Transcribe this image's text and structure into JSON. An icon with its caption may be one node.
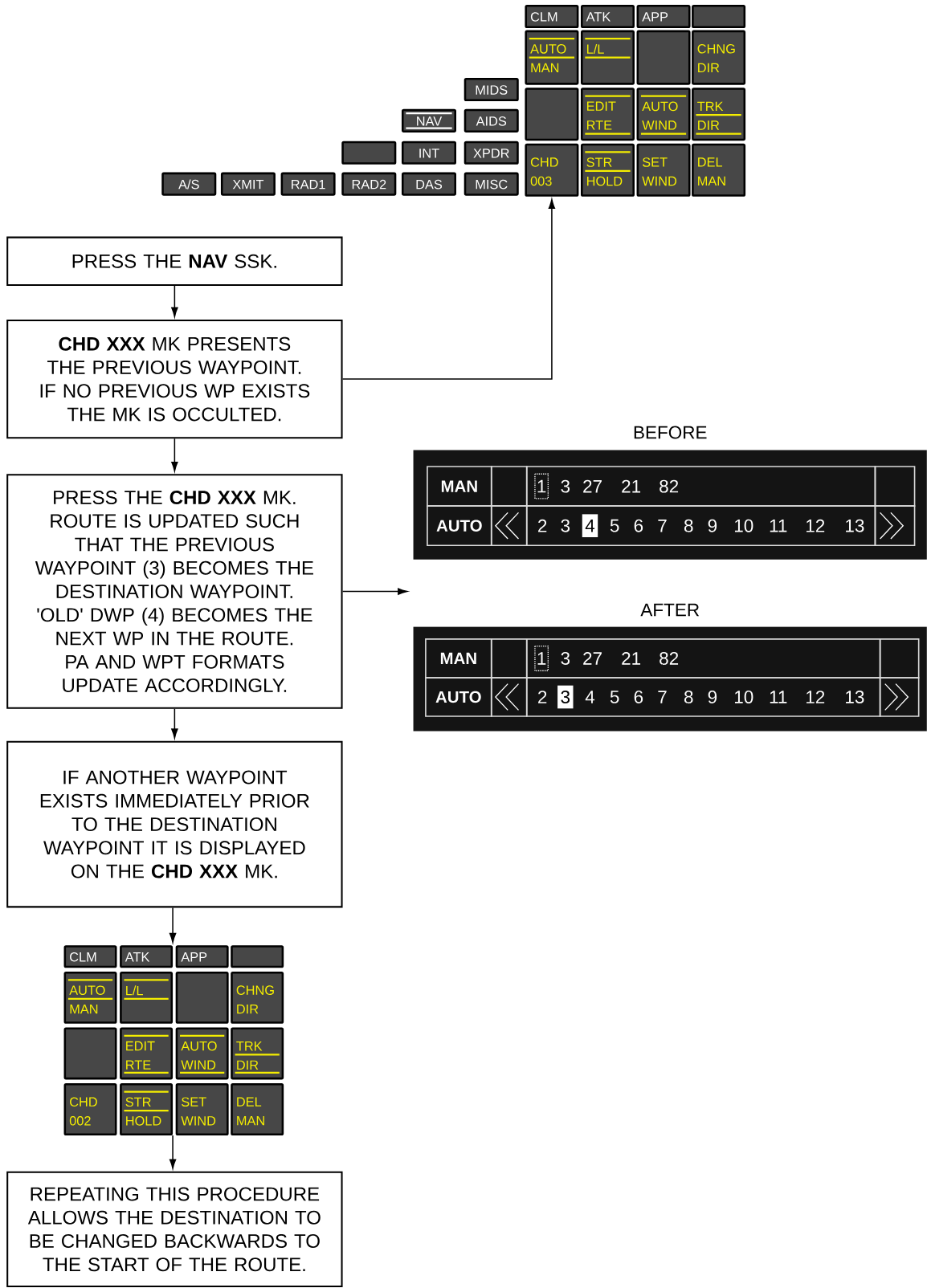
{
  "diagram": {
    "nodes": [
      {
        "text": [
          "CLM"
        ]
      },
      {
        "text": [
          "ATK"
        ]
      },
      {
        "text": [
          "APP"
        ]
      },
      {
        "text": [],
        "shape": "box"
      },
      {
        "text": [
          "AUTO",
          "MAN"
        ]
      },
      {
        "text": [
          "L/L"
        ]
      },
      {
        "text": [],
        "shape": "box"
      },
      {
        "text": [
          "CHNG DIR"
        ]
      },
      {
        "text": [],
        "shape": "box"
      },
      {
        "text": [
          "EDIT RTE"
        ]
      },
      {
        "text": [
          "AUTO WIND"
        ]
      },
      {
        "text": [
          "TRK",
          "DIR"
        ]
      },
      {
        "text": [
          "CHD 003"
        ]
      },
      {
        "text": [
          "STR",
          "HOLD"
        ]
      },
      {
        "text": [
          "SET WIND"
        ]
      },
      {
        "text": [
          "DEL MAN"
        ]
      },
      {
        "text": [
          "MIDS"
        ]
      },
      {
        "text": [
          "NAV"
        ]
      },
      {
        "text": [
          "AIDS"
        ]
      },
      {
        "text": [],
        "shape": "box"
      },
      {
        "text": [
          "INT"
        ]
      },
      {
        "text": [
          "XPDR"
        ]
      },
      {
        "text": [
          "A/S"
        ]
      },
      {
        "text": [
          "XMIT"
        ]
      },
      {
        "text": [
          "RAD1"
        ]
      },
      {
        "text": [
          "RAD2"
        ]
      },
      {
        "text": [
          "DAS"
        ]
      },
      {
        "text": [
          "MISC"
        ]
      },
      {
        "text": [
          "PRESS THE **NAV** SSK."
        ]
      },
      {
        "text": [
          "**CHD XXX** MK PRESENTS THE PREVIOUS WAYPOINT.",
          "IF NO PREVIOUS WP EXISTS THE MK IS OCCULTED."
        ]
      },
      {
        "text": [
          "BEFORE"
        ]
      },
      {
        "text": [
          "MAN"
        ],
        "in": 30
      },
      {
        "text": [],
        "shape": "box",
        "in": 30
      },
      {
        "text": [
          "1",
          "3",
          "27",
          "21",
          "82"
        ],
        "in": 30
      },
      {
        "text": [],
        "shape": "box",
        "in": 30
      },
      {
        "text": [
          "AUTO"
        ],
        "in": 30
      },
      {
        "text": [],
        "shape": "box",
        "in": 30
      },
      {
        "text": [
          "2",
          "3",
          "4",
          "5",
          "6",
          "7",
          "8",
          "9",
          "10",
          "11",
          "12",
          "13"
        ],
        "in": 30
      },
      {
        "text": [],
        "shape": "box",
        "in": 30
      },
      {
        "text": [
          "PRESS THE **CHD XXX** MK.",
          "ROUTE IS UPDATED SUCH THAT THE PREVIOUS WAYPOINT (3) BECOMES THE DESTINATION WAYPOINT.",
          "'OLD' DWP (4) BECOMES THE NEXT WP IN THE ROUTE.",
          "PA AND WPT FORMATS UPDATE ACCORDINGLY."
        ]
      },
      {
        "text": [
          "AFTER"
        ]
      },
      {
        "text": [
          "MAN"
        ],
        "in": 40
      },
      {
        "text": [],
        "shape": "box",
        "in": 40
      },
      {
        "text": [
          "1",
          "3",
          "27",
          "21",
          "82"
        ],
        "in": 40
      },
      {
        "text": [],
        "shape": "box",
        "in": 40
      },
      {
        "text": [
          "AUTO"
        ],
        "in": 40
      },
      {
        "text": [],
        "shape": "box",
        "in": 40
      },
      {
        "text": [
          "2",
          "3",
          "4",
          "5",
          "6",
          "7",
          "8",
          "9",
          "10",
          "11",
          "12",
          "13"
        ],
        "in": 40
      },
      {
        "text": [],
        "shape": "box",
        "in": 40
      },
      {
        "text": [
          "IF ANOTHER WAYPOINT EXISTS IMMEDIATELY PRIOR TO THE DESTINATION WAYPOINT IT IS DISPLAYED ON THE **CHD XXX** MK."
        ]
      },
      {
        "text": [
          "CLM"
        ]
      },
      {
        "text": [
          "ATK"
        ]
      },
      {
        "text": [
          "APP"
        ]
      },
      {
        "text": [],
        "shape": "box"
      },
      {
        "text": [
          "AUTO",
          "MAN"
        ]
      },
      {
        "text": [
          "L/L"
        ]
      },
      {
        "text": [],
        "shape": "box"
      },
      {
        "text": [
          "CHNG DIR"
        ]
      },
      {
        "text": [],
        "shape": "box"
      },
      {
        "text": [
          "EDIT RTE"
        ]
      },
      {
        "text": [
          "AUTO WIND"
        ]
      },
      {
        "text": [
          "TRK",
          "DIR"
        ]
      },
      {
        "text": [
          "CHD 002"
        ]
      },
      {
        "text": [
          "STR",
          "HOLD"
        ]
      },
      {
        "text": [
          "SET WIND"
        ]
      },
      {
        "text": [
          "DEL MAN"
        ]
      },
      {
        "text": [
          "REPEATING THIS PROCEDURE ALLOWS THE DESTINATION TO BE CHANGED BACKWARDS TO THE START OF THE ROUTE."
        ]
      }
    ],
    "edges": [
      {
        "from": 28,
        "to": 29,
        "arrow": "to"
      },
      {
        "from": 29,
        "to": 39,
        "arrow": "to"
      },
      {
        "from": 39,
        "to": 49,
        "arrow": "to"
      },
      {
        "from": 49,
        "to": 51,
        "arrow": "to"
      },
      {
        "from": 29,
        "to": 12,
        "arrow": "to"
      },
      {
        "from": 39,
        "to": null,
        "arrow": "to"
      },
      {
        "from": 63,
        "to": 66,
        "arrow": "to"
      }
    ]
  }
}
